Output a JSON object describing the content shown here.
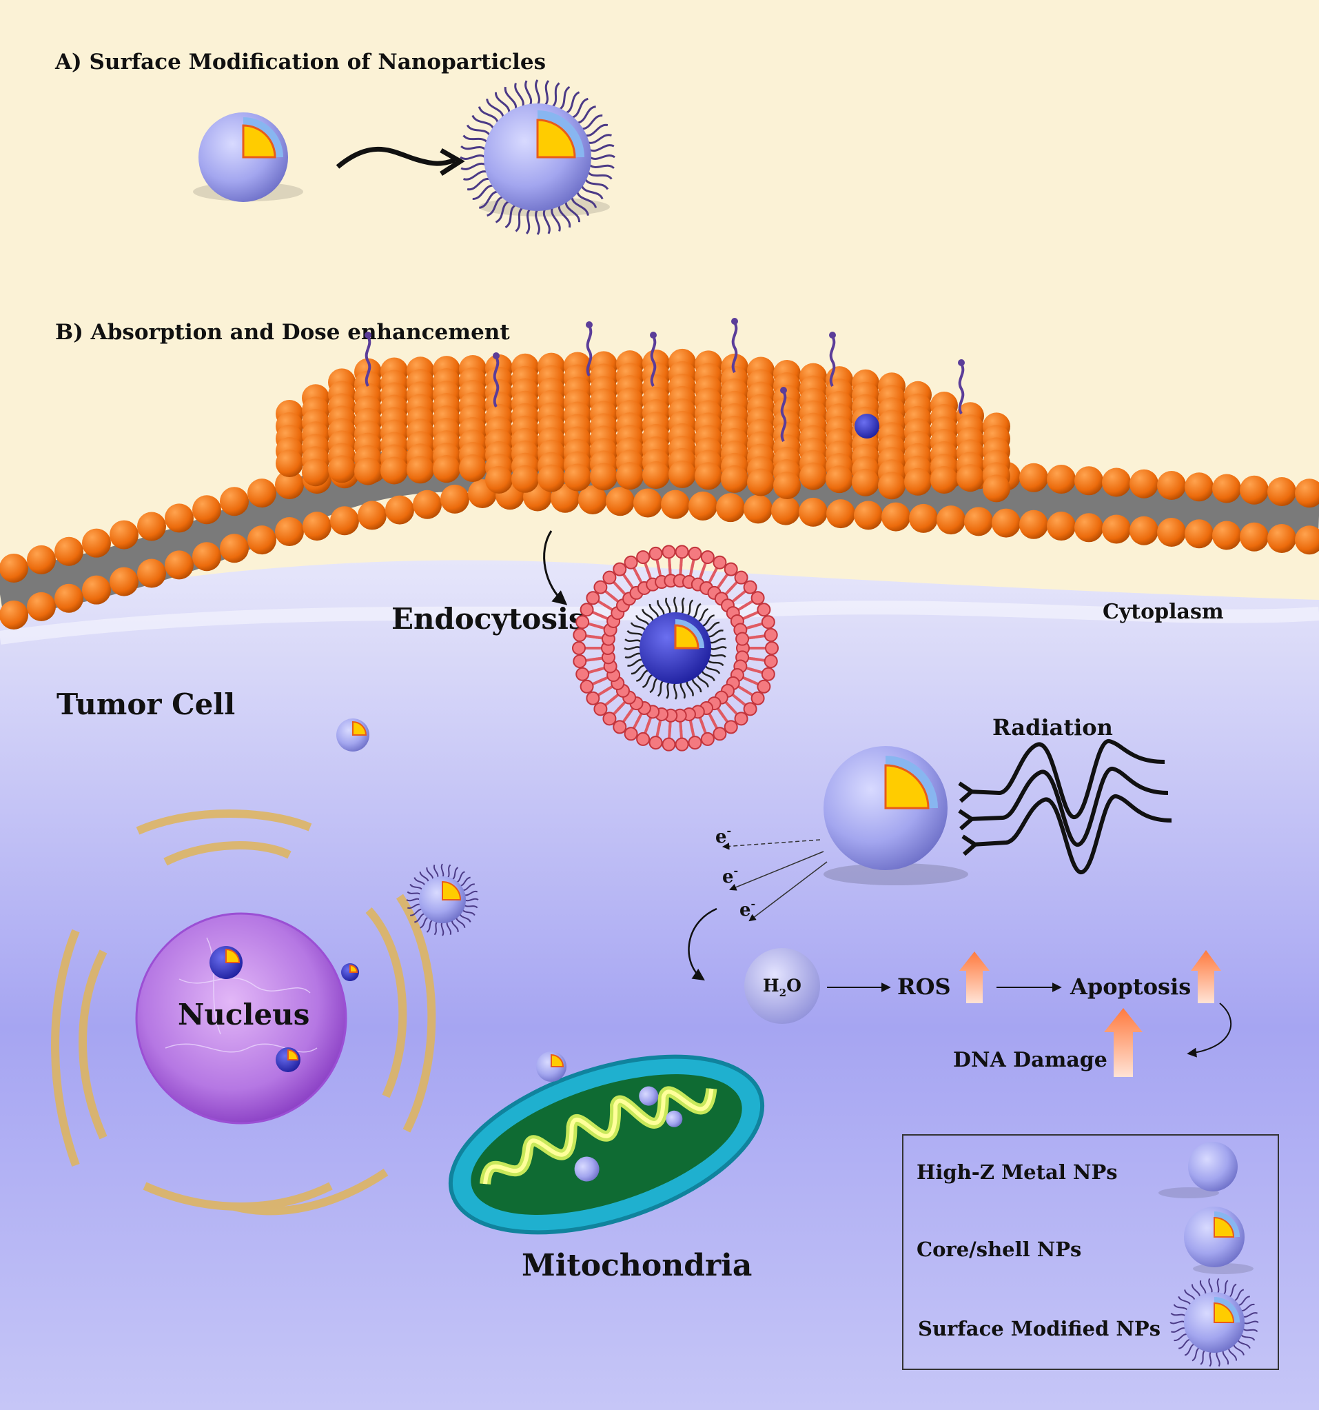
{
  "panel_a": {
    "title": "A) Surface Modification of Nanoparticles"
  },
  "panel_b": {
    "title": "B) Absorption and Dose enhancement"
  },
  "labels": {
    "endocytosis": "Endocytosis",
    "cytoplasm": "Cytoplasm",
    "tumor_cell": "Tumor Cell",
    "radiation": "Radiation",
    "electron": "e",
    "electron_sup": "-",
    "water_main": "H",
    "water_sub": "2",
    "water_end": "O",
    "ros": "ROS",
    "apoptosis": "Apoptosis",
    "dna_damage": "DNA Damage",
    "nucleus": "Nucleus",
    "mitochondria": "Mitochondria"
  },
  "legend": {
    "items": [
      {
        "label": "High-Z Metal NPs",
        "icon": "plain-sphere-icon"
      },
      {
        "label": "Core/shell NPs",
        "icon": "core-shell-sphere-icon"
      },
      {
        "label": "Surface Modified NPs",
        "icon": "ligand-sphere-icon"
      }
    ]
  },
  "colors": {
    "background_top": "#fbf2d6",
    "cell_interior": "#a9a8f2",
    "lipid_head": "#f07a18",
    "membrane_band": "#7a7a7a",
    "nanoparticle": "#a5a8ef",
    "core": "#ffcc00",
    "shell": "#88b6f0",
    "vesicle": "#e05a62",
    "nucleus": "#b877e0",
    "mitochondria": "#1fb0cf",
    "ligand": "#5b3d99",
    "arrow_up": "#ff8a56"
  }
}
